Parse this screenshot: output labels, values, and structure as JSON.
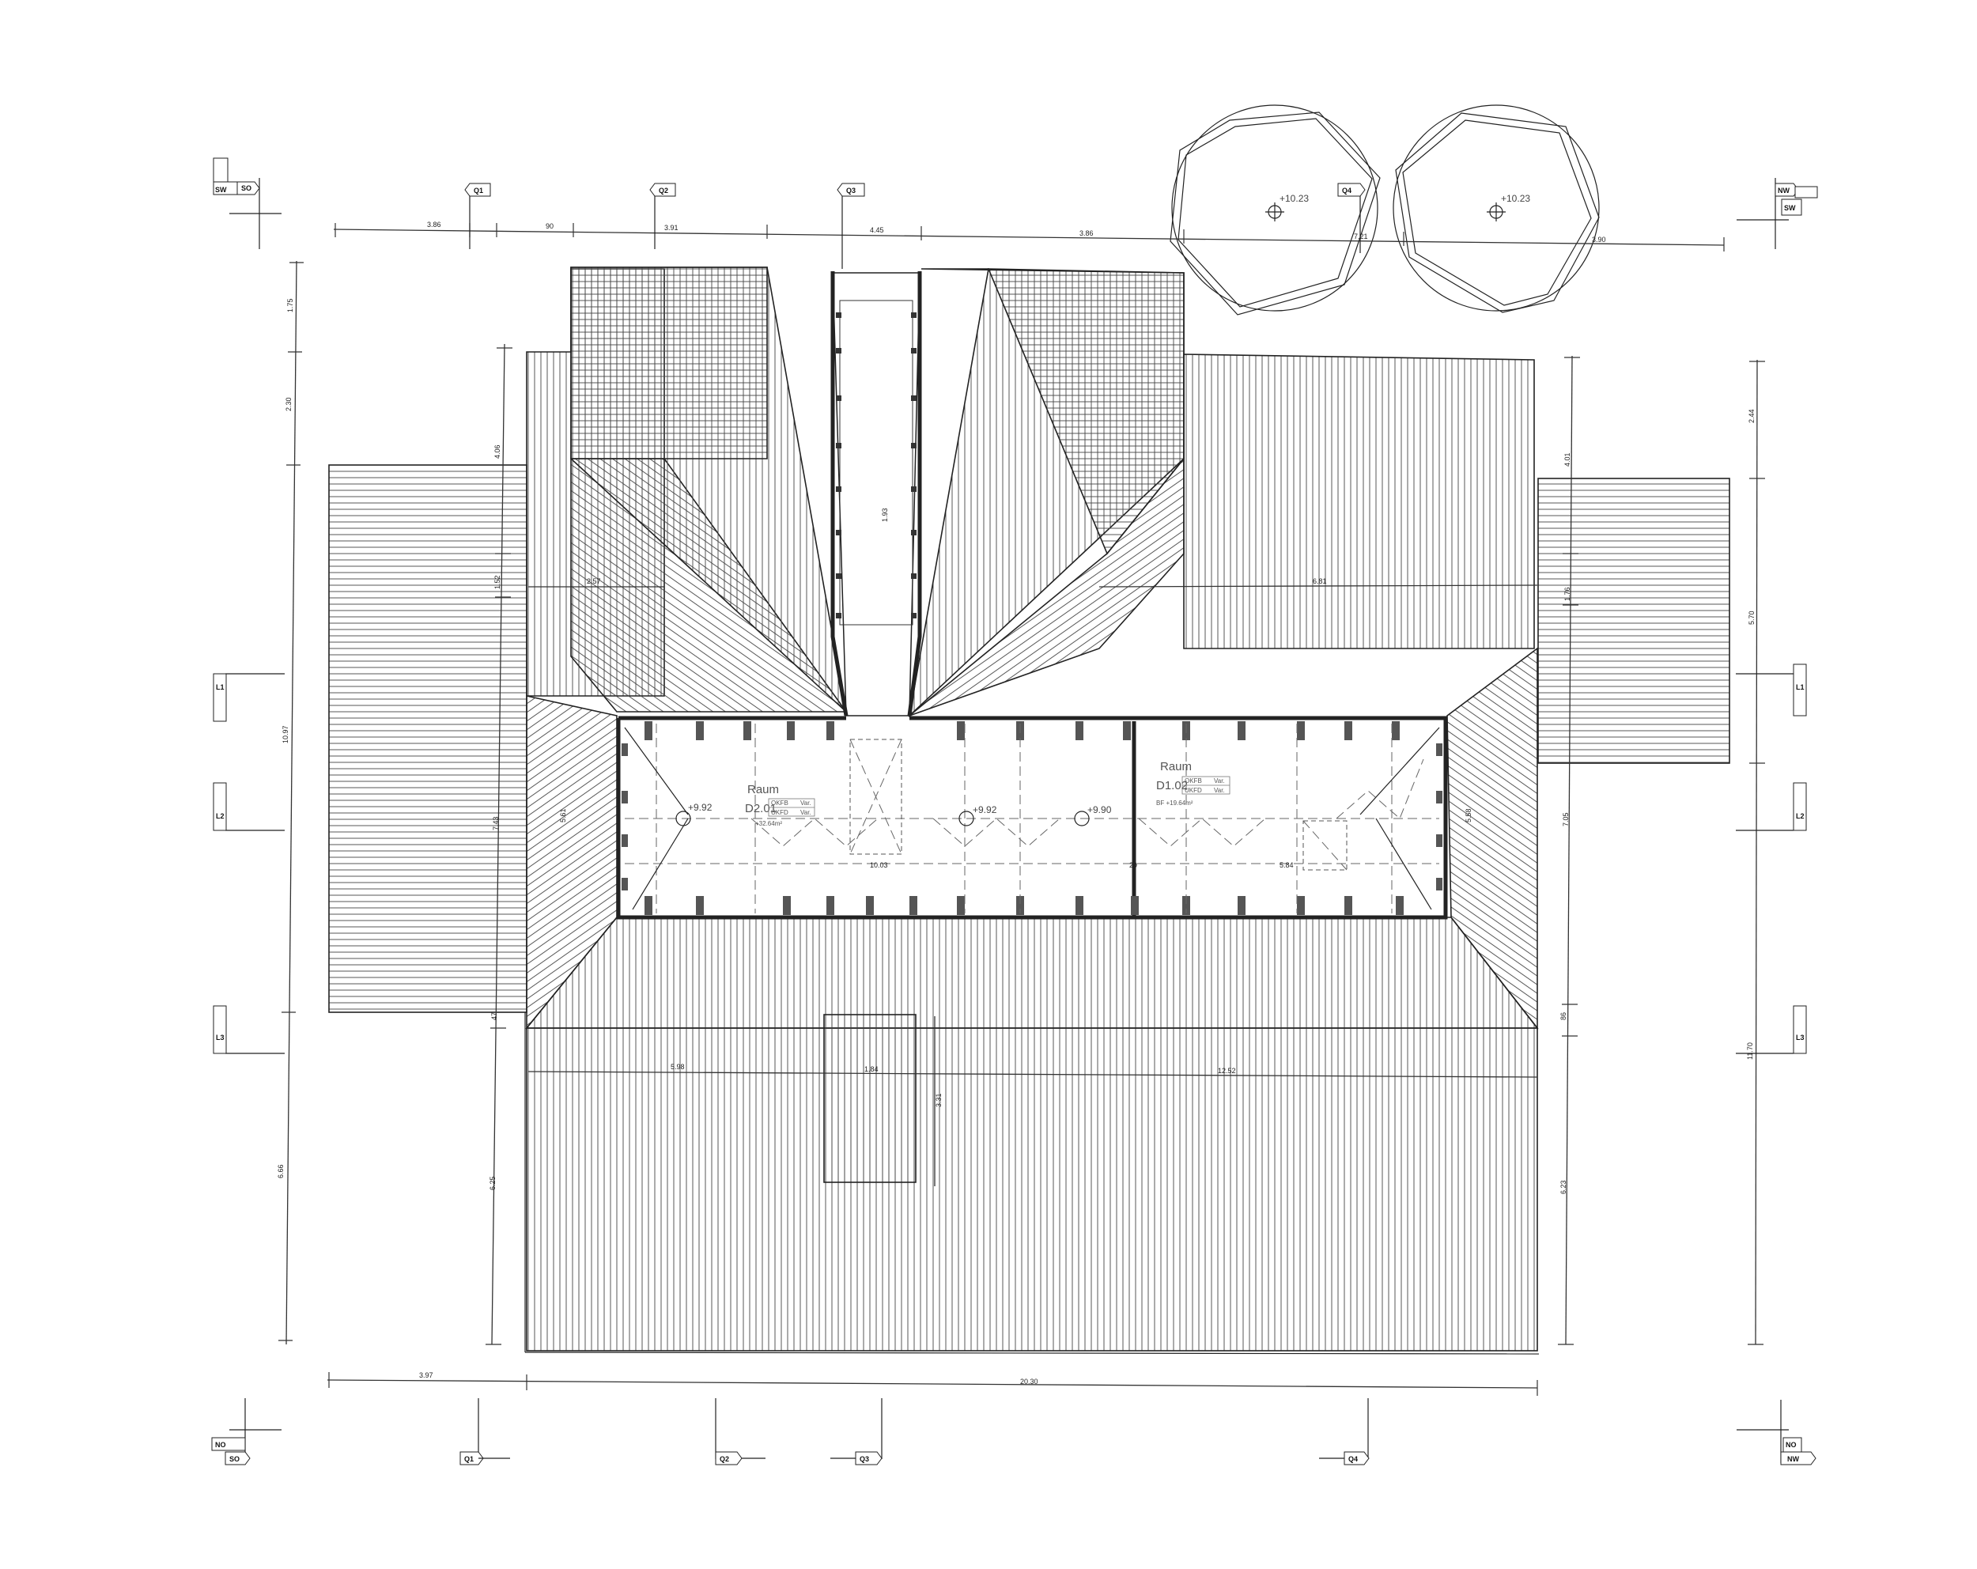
{
  "section_tags": {
    "top_left": [
      "SW",
      "SO"
    ],
    "top_right": [
      "NW",
      "SW"
    ],
    "bottom_left": [
      "NO",
      "SO"
    ],
    "bottom_right": [
      "NO",
      "NW"
    ],
    "top_axes": [
      "Q1",
      "Q2",
      "Q3",
      "Q4"
    ],
    "bottom_axes": [
      "Q1",
      "Q2",
      "Q3",
      "Q4"
    ],
    "left_axes": [
      "L1",
      "L2",
      "L3"
    ],
    "right_axes": [
      "L1",
      "L2",
      "L3"
    ]
  },
  "dimensions": {
    "top_chain": [
      "3.86",
      "90",
      "3.91",
      "4.45",
      "3.86",
      "7.21",
      "3.90"
    ],
    "bottom_chain": [
      "3.97",
      "20.30"
    ],
    "left_outer": [
      "1.75",
      "2.30",
      "10.97",
      "6.66"
    ],
    "left_inner": [
      "4.06",
      "1.52",
      "7.43",
      "5.61",
      "47",
      "6.25"
    ],
    "right_inner": [
      "4.01",
      "1.76",
      "7.05",
      "5.58",
      "86",
      "6.23"
    ],
    "right_outer": [
      "2.44",
      "5.70",
      "11.70"
    ],
    "interior": [
      "2.57",
      "6.81",
      "10.03",
      "5.84",
      "29",
      "5.98",
      "1.84",
      "12.52",
      "3.31",
      "1.93"
    ]
  },
  "rooms": [
    {
      "title": "Raum",
      "number": "D2.01",
      "okfb": "OKFB",
      "ukfd": "UKFD",
      "var1": "Var.",
      "var2": "Var.",
      "area": "+32.64m²"
    },
    {
      "title": "Raum",
      "number": "D1.02",
      "okfb": "OKFB",
      "ukfd": "UKFD",
      "var1": "Var.",
      "var2": "Var.",
      "area": "BF +19.64m²"
    }
  ],
  "levels": [
    "+9.92",
    "+9.92",
    "+9.90",
    "+10.23",
    "+10.23"
  ]
}
